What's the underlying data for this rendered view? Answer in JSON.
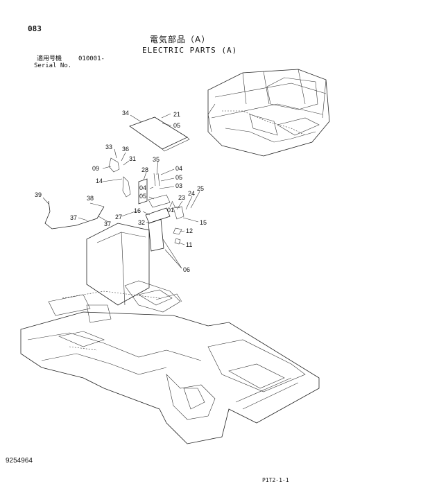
{
  "header": {
    "page_number": "083",
    "title_jp": "電気部品（A）",
    "title_en": "ELECTRIC PARTS (A)",
    "serial_label_jp": "適用号機",
    "serial_value": "010001-",
    "serial_label_en": "Serial No."
  },
  "footer": {
    "document_number": "9254964",
    "page_ref": "P1T2-1-1"
  },
  "callouts": {
    "c34": "34",
    "c21": "21",
    "c05a": "05",
    "c33": "33",
    "c36": "36",
    "c31": "31",
    "c09": "09",
    "c28": "28",
    "c35": "35",
    "c04a": "04",
    "c05b": "05",
    "c14": "14",
    "c04b": "04",
    "c03": "03",
    "c05c": "05",
    "c25": "25",
    "c24": "24",
    "c23": "23",
    "c39": "39",
    "c38": "38",
    "c16": "16",
    "c01": "01",
    "c37a": "37",
    "c27": "27",
    "c32": "32",
    "c15": "15",
    "c37b": "37",
    "c12": "12",
    "c11": "11",
    "c06": "06"
  }
}
